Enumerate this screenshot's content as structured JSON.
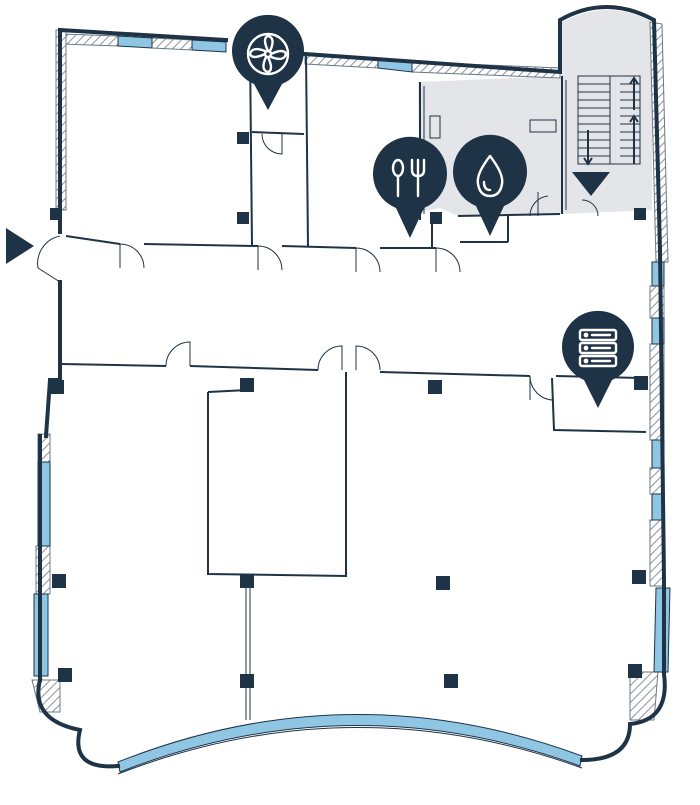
{
  "colors": {
    "wall": "#1f3346",
    "glazing": "#8fc6e4",
    "service_area": "#e3e5e8",
    "marker": "#1f3346",
    "marker_glyph": "#ffffff"
  },
  "markers": [
    {
      "icon": "fan-icon",
      "meaning": "ventilation"
    },
    {
      "icon": "fork-spoon-icon",
      "meaning": "kitchen"
    },
    {
      "icon": "water-drop-icon",
      "meaning": "water"
    },
    {
      "icon": "server-icon",
      "meaning": "server"
    }
  ],
  "entrance_icon": "triangle-right-icon",
  "stair_icon": "triangle-down-icon"
}
